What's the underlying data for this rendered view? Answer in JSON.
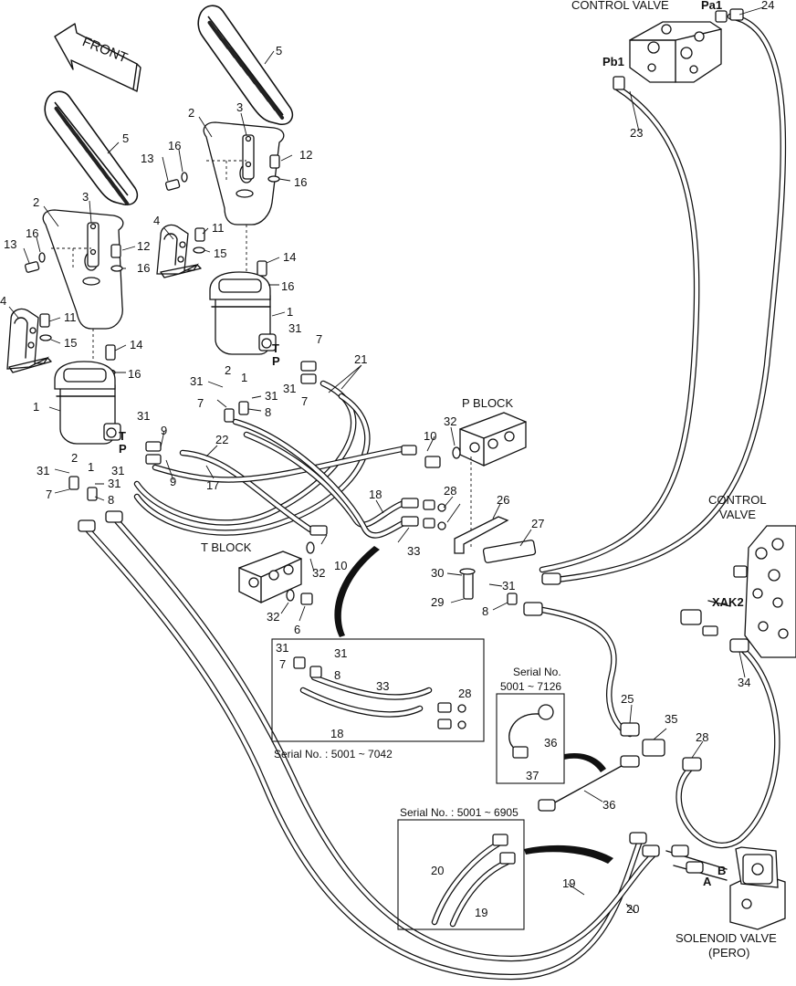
{
  "labels": {
    "front": "FRONT",
    "control_valve_top": "CONTROL VALVE",
    "pa1": "Pa1",
    "pb1": "Pb1",
    "control_valve_right_1": "CONTROL",
    "control_valve_right_2": "VALVE",
    "xak2": "XAK2",
    "p_block": "P BLOCK",
    "t_block": "T BLOCK",
    "port_t": "T",
    "port_p": "P",
    "port_a": "A",
    "port_b": "B",
    "solenoid_1": "SOLENOID VALVE",
    "solenoid_2": "(PERO)"
  },
  "inset_captions": {
    "serial_7042": "Serial No. : 5001 ~ 7042",
    "serial_7126_1": "Serial No.",
    "serial_7126_2": "5001 ~ 7126",
    "serial_6905": "Serial No. : 5001 ~ 6905"
  },
  "callouts": [
    {
      "id": "c5a",
      "text": "5"
    },
    {
      "id": "c5b",
      "text": "5"
    },
    {
      "id": "c2a",
      "text": "2"
    },
    {
      "id": "c2b",
      "text": "2"
    },
    {
      "id": "c3a",
      "text": "3"
    },
    {
      "id": "c3b",
      "text": "3"
    },
    {
      "id": "c16a",
      "text": "16"
    },
    {
      "id": "c16b",
      "text": "16"
    },
    {
      "id": "c16c",
      "text": "16"
    },
    {
      "id": "c16d",
      "text": "16"
    },
    {
      "id": "c16e",
      "text": "16"
    },
    {
      "id": "c16f",
      "text": "16"
    },
    {
      "id": "c13a",
      "text": "13"
    },
    {
      "id": "c13b",
      "text": "13"
    },
    {
      "id": "c12a",
      "text": "12"
    },
    {
      "id": "c12b",
      "text": "12"
    },
    {
      "id": "c4a",
      "text": "4"
    },
    {
      "id": "c4b",
      "text": "4"
    },
    {
      "id": "c11a",
      "text": "11"
    },
    {
      "id": "c11b",
      "text": "11"
    },
    {
      "id": "c15a",
      "text": "15"
    },
    {
      "id": "c15b",
      "text": "15"
    },
    {
      "id": "c14a",
      "text": "14"
    },
    {
      "id": "c14b",
      "text": "14"
    },
    {
      "id": "c1a",
      "text": "1"
    },
    {
      "id": "c1b",
      "text": "1"
    },
    {
      "id": "c24",
      "text": "24"
    },
    {
      "id": "c23",
      "text": "23"
    },
    {
      "id": "c31a",
      "text": "31"
    },
    {
      "id": "c31b",
      "text": "31"
    },
    {
      "id": "c31c",
      "text": "31"
    },
    {
      "id": "c31d",
      "text": "31"
    },
    {
      "id": "c31e",
      "text": "31"
    },
    {
      "id": "c31f",
      "text": "31"
    },
    {
      "id": "c31g",
      "text": "31"
    },
    {
      "id": "c31h",
      "text": "31"
    },
    {
      "id": "c31i",
      "text": "31"
    },
    {
      "id": "c31j",
      "text": "31"
    },
    {
      "id": "c31k",
      "text": "31"
    },
    {
      "id": "c7a",
      "text": "7"
    },
    {
      "id": "c7b",
      "text": "7"
    },
    {
      "id": "c7c",
      "text": "7"
    },
    {
      "id": "c7d",
      "text": "7"
    },
    {
      "id": "c7e",
      "text": "7"
    },
    {
      "id": "c21",
      "text": "21"
    },
    {
      "id": "c2p1",
      "text": "2"
    },
    {
      "id": "c1p1",
      "text": "1"
    },
    {
      "id": "c2p2",
      "text": "2"
    },
    {
      "id": "c1p2",
      "text": "1"
    },
    {
      "id": "c8a",
      "text": "8"
    },
    {
      "id": "c8b",
      "text": "8"
    },
    {
      "id": "c8c",
      "text": "8"
    },
    {
      "id": "c8d",
      "text": "8"
    },
    {
      "id": "c9a",
      "text": "9"
    },
    {
      "id": "c9b",
      "text": "9"
    },
    {
      "id": "c22",
      "text": "22"
    },
    {
      "id": "c17",
      "text": "17"
    },
    {
      "id": "c10a",
      "text": "10"
    },
    {
      "id": "c10b",
      "text": "10"
    },
    {
      "id": "c32a",
      "text": "32"
    },
    {
      "id": "c32b",
      "text": "32"
    },
    {
      "id": "c32c",
      "text": "32"
    },
    {
      "id": "c18a",
      "text": "18"
    },
    {
      "id": "c18b",
      "text": "18"
    },
    {
      "id": "c33a",
      "text": "33"
    },
    {
      "id": "c33b",
      "text": "33"
    },
    {
      "id": "c28a",
      "text": "28"
    },
    {
      "id": "c28b",
      "text": "28"
    },
    {
      "id": "c28c",
      "text": "28"
    },
    {
      "id": "c26",
      "text": "26"
    },
    {
      "id": "c27",
      "text": "27"
    },
    {
      "id": "c30",
      "text": "30"
    },
    {
      "id": "c29",
      "text": "29"
    },
    {
      "id": "c6",
      "text": "6"
    },
    {
      "id": "c34",
      "text": "34"
    },
    {
      "id": "c25",
      "text": "25"
    },
    {
      "id": "c35",
      "text": "35"
    },
    {
      "id": "c36a",
      "text": "36"
    },
    {
      "id": "c36b",
      "text": "36"
    },
    {
      "id": "c37",
      "text": "37"
    },
    {
      "id": "c20a",
      "text": "20"
    },
    {
      "id": "c20b",
      "text": "20"
    },
    {
      "id": "c19a",
      "text": "19"
    },
    {
      "id": "c19b",
      "text": "19"
    }
  ]
}
